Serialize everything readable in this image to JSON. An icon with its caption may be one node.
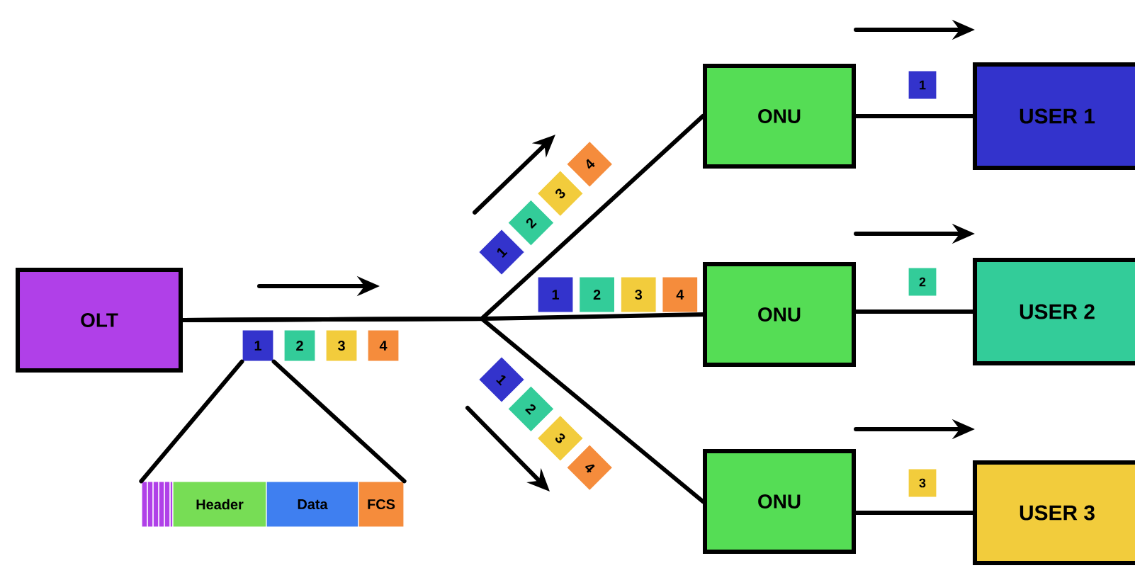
{
  "diagram": {
    "nodes": [
      {
        "text": [
          "OLT"
        ]
      },
      {
        "text": [
          "ONU"
        ]
      },
      {
        "text": [
          "ONU"
        ]
      },
      {
        "text": [
          "ONU"
        ]
      },
      {
        "text": [
          "USER 1"
        ]
      },
      {
        "text": [
          "USER 2"
        ]
      },
      {
        "text": [
          "USER 3"
        ]
      },
      {
        "text": [
          "1"
        ]
      },
      {
        "text": [
          "2"
        ]
      },
      {
        "text": [
          "3"
        ]
      },
      {
        "text": [
          "4"
        ]
      },
      {
        "text": [
          "1"
        ]
      },
      {
        "text": [
          "2"
        ]
      },
      {
        "text": [
          "3"
        ]
      },
      {
        "text": [
          "4"
        ]
      },
      {
        "text": [
          "1"
        ]
      },
      {
        "text": [
          "2"
        ]
      },
      {
        "text": [
          "3"
        ]
      },
      {
        "text": [
          "4"
        ]
      },
      {
        "text": [
          "1"
        ]
      },
      {
        "text": [
          "2"
        ]
      },
      {
        "text": [
          "3"
        ]
      },
      {
        "text": [
          "4"
        ]
      },
      {
        "text": [
          "1"
        ]
      },
      {
        "text": [
          "2"
        ]
      },
      {
        "text": [
          "3"
        ]
      },
      {
        "text": [],
        "shape": "bar"
      },
      {
        "text": [
          "Header"
        ]
      },
      {
        "text": [
          "Data"
        ]
      },
      {
        "text": [
          "FCS"
        ]
      }
    ],
    "edges": [
      {
        "from": 0,
        "to": 1,
        "arrow": "none"
      },
      {
        "from": 0,
        "to": 2,
        "arrow": "none"
      },
      {
        "from": 0,
        "to": 3,
        "arrow": "none"
      },
      {
        "from": 1,
        "to": 4,
        "arrow": "none"
      },
      {
        "from": 2,
        "to": 5,
        "arrow": "none"
      },
      {
        "from": 3,
        "to": 6,
        "arrow": "none"
      },
      {
        "from": 7,
        "to": 26,
        "arrow": "none"
      },
      {
        "from": 7,
        "to": 29,
        "arrow": "none"
      }
    ]
  }
}
